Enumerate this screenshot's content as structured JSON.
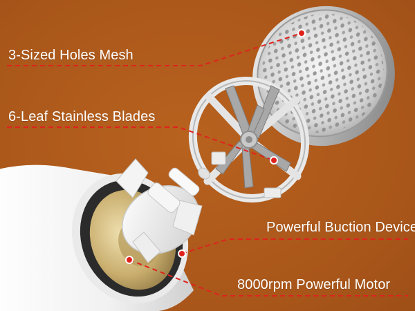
{
  "background_color": "#b05a1c",
  "callout_color": "#e0221d",
  "labels": {
    "mesh": "3-Sized Holes Mesh",
    "blades": "6-Leaf Stainless Blades",
    "suction": "Powerful Buction Device",
    "motor": "8000rpm  Powerful Motor"
  }
}
